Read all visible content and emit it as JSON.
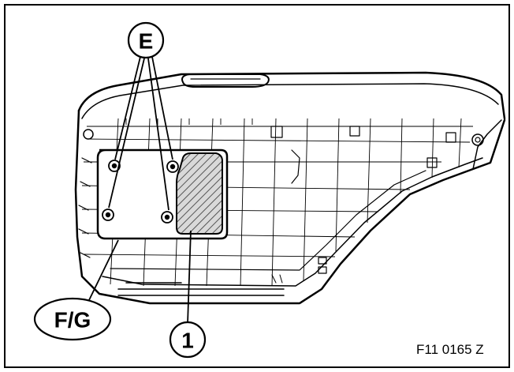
{
  "figure": {
    "id": "F11 0165 Z",
    "callouts": {
      "e": "E",
      "fg": "F/G",
      "one": "1"
    }
  },
  "colors": {
    "line": "#000000",
    "paper": "#ffffff",
    "hatch": "#9a9a9a"
  }
}
